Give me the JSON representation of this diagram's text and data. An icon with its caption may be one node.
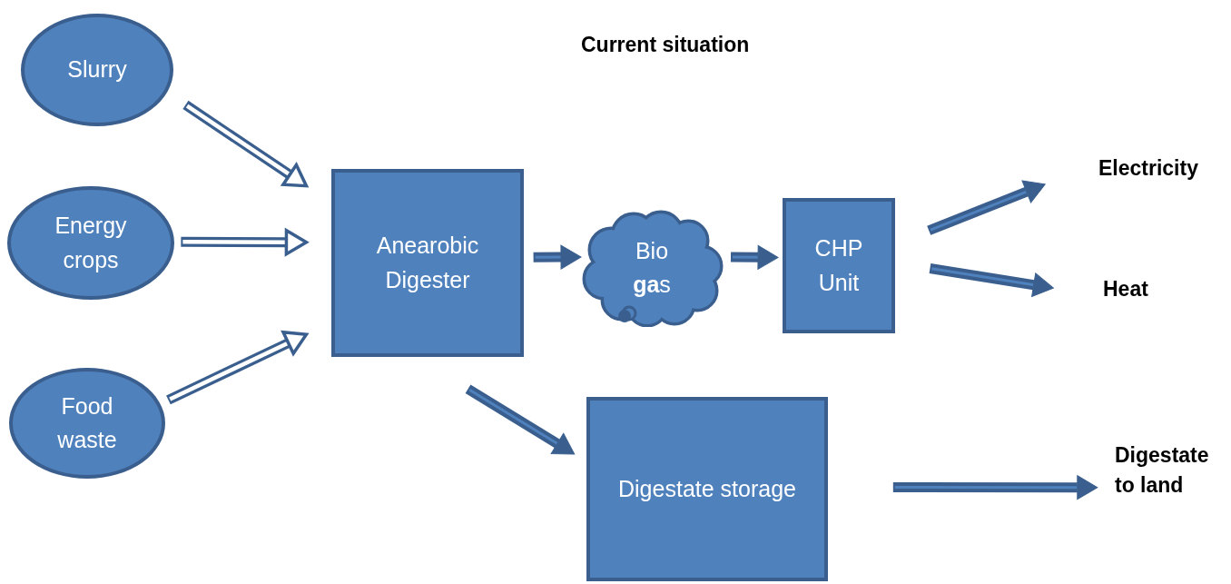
{
  "diagram": {
    "title": "Current situation",
    "nodes": [
      {
        "text": [
          "Slurry"
        ]
      },
      {
        "text": [
          "Energy crops"
        ]
      },
      {
        "text": [
          "Food waste"
        ]
      },
      {
        "text": [
          "Anearobic Digester"
        ]
      },
      {
        "text": [
          "Bio **ga**s"
        ]
      },
      {
        "text": [
          "CHP Unit"
        ]
      },
      {
        "text": [
          "Electricity"
        ]
      },
      {
        "text": [
          "Heat"
        ]
      },
      {
        "text": [
          "Digestate storage"
        ]
      },
      {
        "text": [
          "Digestate to land"
        ]
      }
    ],
    "edges": [
      {
        "from": 0,
        "to": 3,
        "arrow": "to",
        "color": "#ffffff"
      },
      {
        "from": 1,
        "to": 3,
        "arrow": "to",
        "color": "#ffffff"
      },
      {
        "from": 2,
        "to": 3,
        "arrow": "to",
        "color": "#ffffff"
      },
      {
        "from": 3,
        "to": 4,
        "arrow": "to"
      },
      {
        "from": 4,
        "to": 5,
        "arrow": "to"
      },
      {
        "from": 5,
        "to": 6,
        "arrow": "to"
      },
      {
        "from": 5,
        "to": 7,
        "arrow": "to"
      },
      {
        "from": 3,
        "to": 8,
        "arrow": "to"
      },
      {
        "from": 8,
        "to": 9,
        "arrow": "to"
      }
    ]
  }
}
